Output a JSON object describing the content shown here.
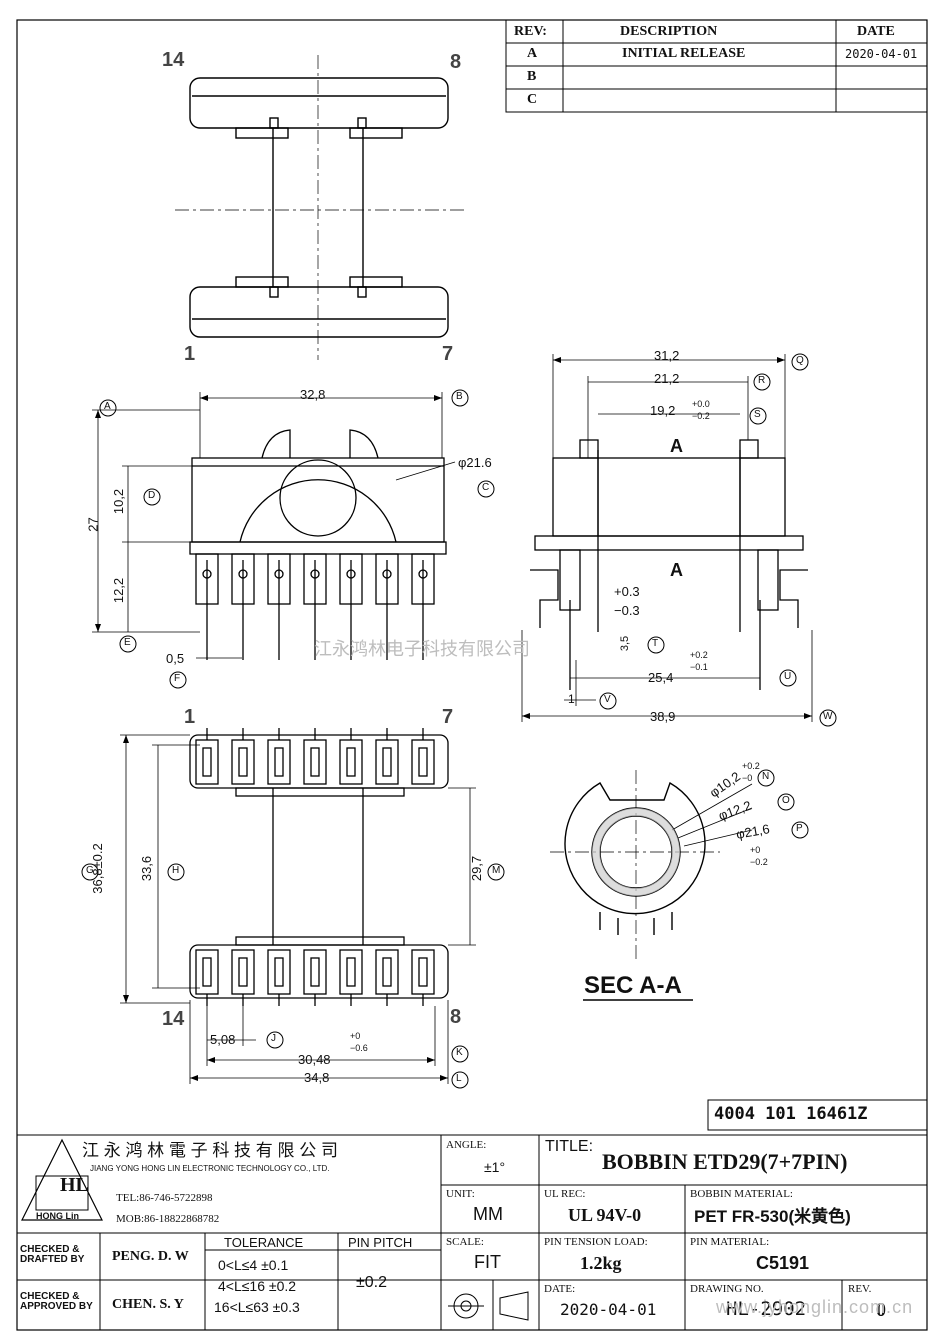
{
  "revision_table": {
    "headers": {
      "rev": "REV:",
      "description": "DESCRIPTION",
      "date": "DATE"
    },
    "rows": [
      {
        "rev": "A",
        "description": "INITIAL RELEASE",
        "date": "2020-04-01"
      },
      {
        "rev": "B",
        "description": "",
        "date": ""
      },
      {
        "rev": "C",
        "description": "",
        "date": ""
      }
    ]
  },
  "pin_numbers": {
    "top_view": {
      "top_left": "14",
      "top_right": "8",
      "bottom_left": "1",
      "bottom_right": "7"
    },
    "bottom_view": {
      "top_left": "1",
      "top_right": "7",
      "bottom_left": "14",
      "bottom_right": "8"
    }
  },
  "front_view": {
    "width": "32,8",
    "tube_diameter": "φ21.6",
    "height_total": "27",
    "flange_gap": "10,2",
    "pin_length": "12,2",
    "pin_width": "0,5",
    "markers": {
      "a": "A",
      "b": "B",
      "c": "C",
      "d": "D",
      "e": "E",
      "f": "F"
    }
  },
  "side_view": {
    "width_top": "31,2",
    "width_flange": "21,2",
    "width_core": "19,2",
    "core_tol_plus": "+0.0",
    "core_tol_minus": "−0.2",
    "section_label": "A",
    "tol_pm_plus": "+0.3",
    "tol_pm_minus": "−0.3",
    "pin_small_dim": "3,5",
    "pitch_dim": "25,4",
    "pitch_tol_plus": "+0.2",
    "pitch_tol_minus": "−0.1",
    "base_small": "1",
    "base_width": "38,9",
    "markers": {
      "q": "Q",
      "r": "R",
      "s": "S",
      "t": "T",
      "u": "U",
      "v": "V",
      "w": "W"
    }
  },
  "bottom_view": {
    "height_total": "36,8±0.2",
    "height_inner": "33,6",
    "height_flange": "29,7",
    "pin_pitch": "5,08",
    "pin_span": "30,48",
    "span_tol_plus": "+0",
    "span_tol_minus": "−0.6",
    "total_width": "34,8",
    "markers": {
      "g": "G",
      "h": "H",
      "j": "J",
      "k": "K",
      "l": "L",
      "m": "M"
    }
  },
  "section_view": {
    "title": "SEC A-A",
    "d1": "φ10,2",
    "d1_tol_plus": "+0.2",
    "d1_tol_minus": "−0",
    "d2": "φ12,2",
    "d3": "φ21,6",
    "d3_tol_plus": "+0",
    "d3_tol_minus": "−0.2",
    "markers": {
      "n": "N",
      "o": "O",
      "p": "P"
    }
  },
  "watermark": "江永鸿林电子科技有限公司",
  "part_number": "4004 101 16461Z",
  "title_block": {
    "company_cn": "江 永 鸿 林 電 子 科 技 有 限 公 司",
    "company_en": "JIANG YONG HONG LIN ELECTRONIC TECHNOLOGY CO., LTD.",
    "tel": "TEL:86-746-5722898",
    "mob": "MOB:86-18822868782",
    "logo_text": "HL",
    "logo_sub": "HONG Lin",
    "angle_label": "ANGLE:",
    "angle_value": "±1°",
    "title_label": "TITLE:",
    "title_value": "BOBBIN ETD29(7+7PIN)",
    "unit_label": "UNIT:",
    "unit_value": "MM",
    "ul_label": "UL REC:",
    "ul_value": "UL 94V-0",
    "material_label": "BOBBIN MATERIAL:",
    "material_value": "PET FR-530(米黄色)",
    "checked_label": "CHECKED & DRAFTED BY",
    "checked_value": "PENG. D. W",
    "approved_label": "CHECKED & APPROVED BY",
    "approved_value": "CHEN. S. Y",
    "tolerance_label": "TOLERANCE",
    "tolerance_rows": [
      "0<L≤4  ±0.1",
      "4<L≤16 ±0.2",
      "16<L≤63 ±0.3"
    ],
    "pin_pitch_label": "PIN PITCH",
    "pin_pitch_value": "±0.2",
    "scale_label": "SCALE:",
    "scale_value": "FIT",
    "tension_label": "PIN TENSION LOAD:",
    "tension_value": "1.2kg",
    "pin_material_label": "PIN MATERIAL:",
    "pin_material_value": "C5191",
    "date_label": "DATE:",
    "date_value": "2020-04-01",
    "drawing_label": "DRAWING NO.",
    "drawing_value": "HL-2902",
    "rev_label": "REV.",
    "rev_value": "0",
    "website": "www.jyhonglin.com.cn"
  }
}
